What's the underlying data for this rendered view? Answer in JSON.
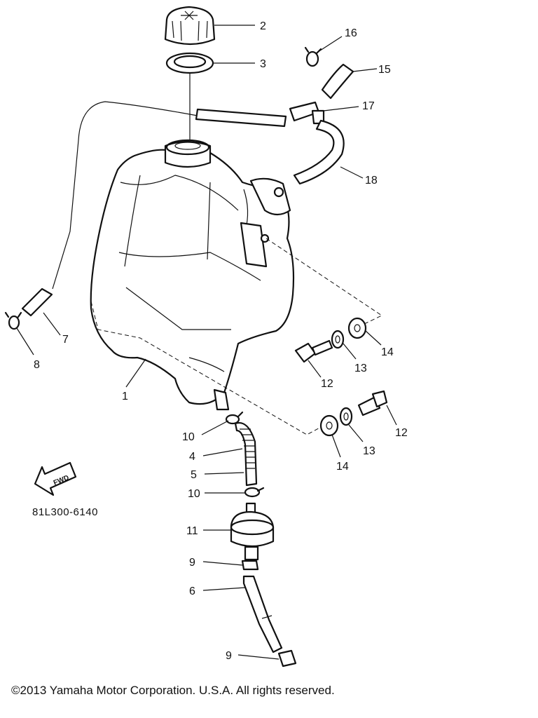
{
  "callouts": [
    "1",
    "2",
    "3",
    "4",
    "5",
    "6",
    "7",
    "8",
    "9",
    "9",
    "10",
    "10",
    "11",
    "12",
    "12",
    "13",
    "13",
    "14",
    "14",
    "15",
    "16",
    "17",
    "18"
  ],
  "diagram_code": "81L300-6140",
  "fwd_label": "FWD",
  "copyright": "©2013 Yamaha Motor Corporation. U.S.A. All rights reserved."
}
